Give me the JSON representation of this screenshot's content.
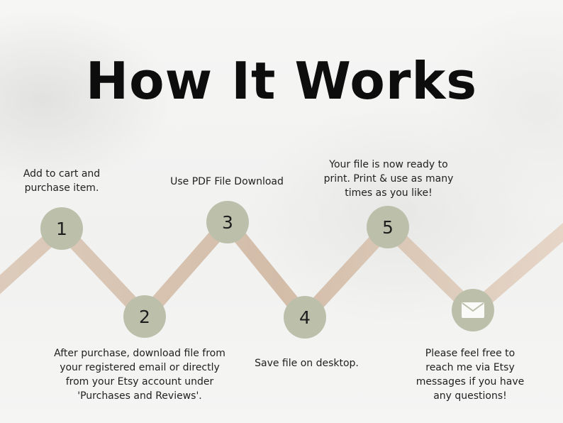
{
  "title": "How It Works",
  "colors": {
    "node_fill": "#bcc0ab",
    "zigzag_stroke": "#d9c5b4",
    "title_text": "#0d0d0d",
    "body_text": "#1f1f1f"
  },
  "steps": [
    {
      "number": "1",
      "lines": [
        "Add to cart and",
        "purchase item."
      ]
    },
    {
      "number": "2",
      "lines": [
        "After purchase, download  file from",
        "your registered email or directly",
        "from your Etsy account under",
        "'Purchases and Reviews'."
      ]
    },
    {
      "number": "3",
      "lines": [
        "Use PDF File Download"
      ]
    },
    {
      "number": "4",
      "lines": [
        "Save file on desktop."
      ]
    },
    {
      "number": "5",
      "lines": [
        "Your file is now ready to",
        "print. Print & use as many",
        "times as you like!"
      ]
    }
  ],
  "contact": {
    "icon": "envelope-icon",
    "lines": [
      "Please feel free to",
      "reach me via Etsy",
      "messages if you have",
      "any questions!"
    ]
  }
}
